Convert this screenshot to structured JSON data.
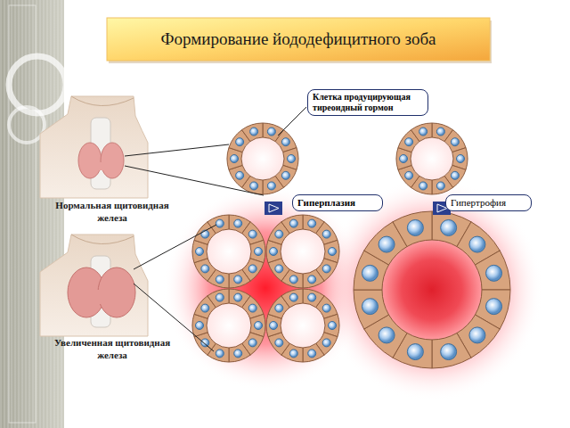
{
  "diagram": {
    "title": "Формирование йододефицитного зоба",
    "nodes": [
      {
        "text": [
          "Клетка продуцирующая тиреоидный гормон"
        ]
      },
      {
        "text": [
          "Гиперплазия"
        ]
      },
      {
        "text": [
          "Гипертрофия"
        ]
      }
    ],
    "labels": [
      "Нормальная щитовидная железа",
      "Увеличенная щитовидная железа"
    ]
  }
}
